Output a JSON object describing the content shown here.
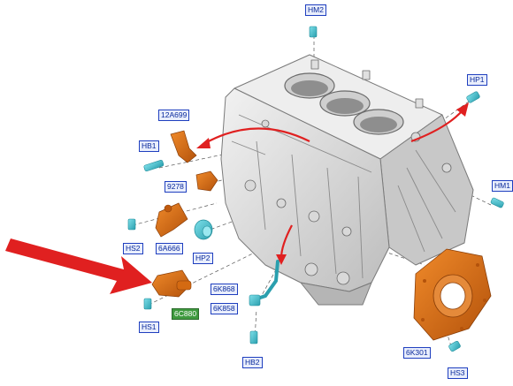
{
  "diagram": {
    "part_labels": {
      "hm2": "HM2",
      "hp1": "HP1",
      "hm1": "HM1",
      "p12a699": "12A699",
      "hb1": "HB1",
      "p9278": "9278",
      "hs2": "HS2",
      "p6a666": "6A666",
      "hp2": "HP2",
      "p6k868": "6K868",
      "p6k858": "6K858",
      "hs1": "HS1",
      "p6c880": "6C880",
      "hb2": "HB2",
      "p6k301": "6K301",
      "hs3": "HS3"
    },
    "colors": {
      "label_text": "#0a2a9c",
      "label_bg": "#e9eefc",
      "label_border": "#1f3fbf",
      "highlight_label_bg": "#3f9a3f",
      "part_orange": "#d46a12",
      "connector_teal": "#33bfcf",
      "arrow_red": "#e02020",
      "engine_gray": "#d8d8d8"
    }
  }
}
